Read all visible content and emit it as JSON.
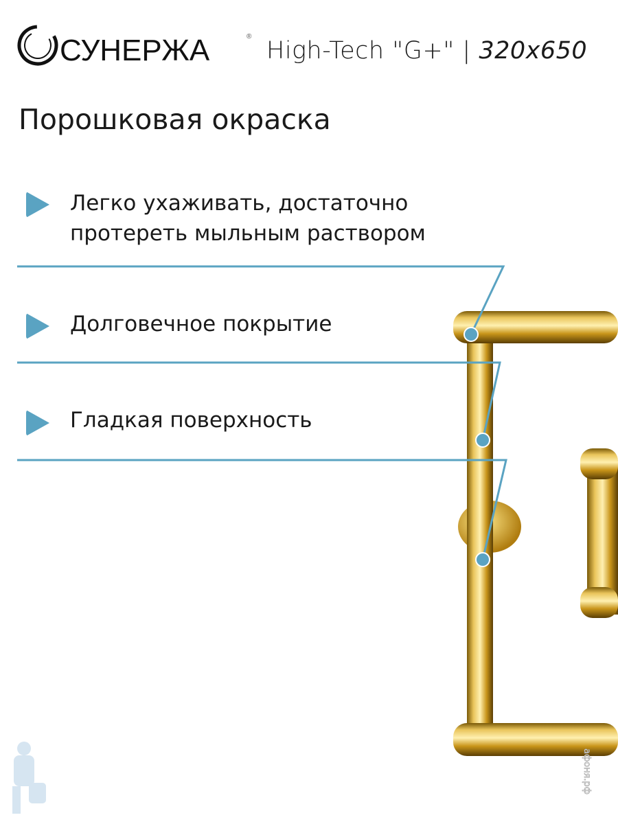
{
  "brand": {
    "logo_text": "СУНЕРЖА",
    "registered_mark": "®"
  },
  "header": {
    "model": "High-Tech \"G+\" |",
    "size": "320x650"
  },
  "heading": "Порошковая окраска",
  "features": [
    {
      "line1": "Легко ухаживать, достаточно",
      "line2": "протереть мыльным раствором"
    },
    {
      "line1": "Долговечное покрытие"
    },
    {
      "line1": "Гладкая поверхность"
    }
  ],
  "watermark": "афоня.рф",
  "colors": {
    "accent": "#5aa3c2",
    "gold": "#d4a11e",
    "text": "#1a1a1a"
  }
}
